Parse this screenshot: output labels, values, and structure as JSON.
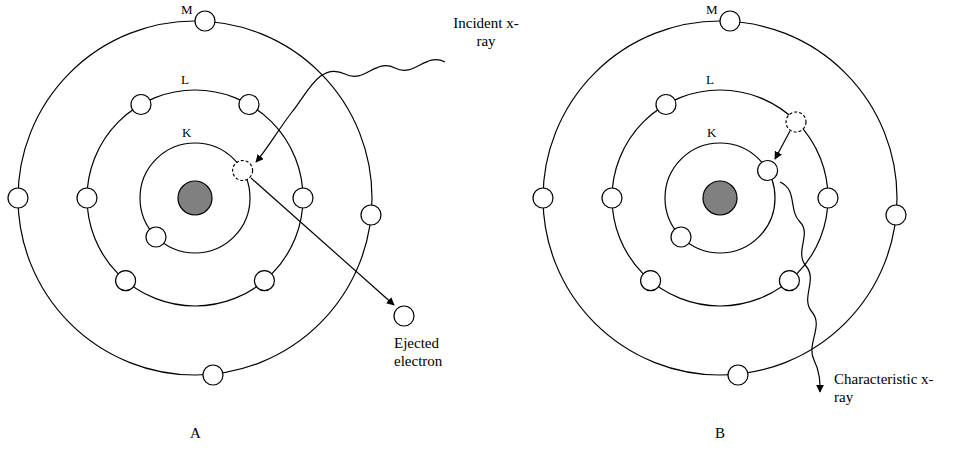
{
  "diagram": {
    "labels": [
      "M",
      "L",
      "K",
      "Incident x-ray",
      "Ejected electron",
      "A",
      "M",
      "L",
      "K",
      "Characteristic x-ray",
      "B"
    ]
  }
}
